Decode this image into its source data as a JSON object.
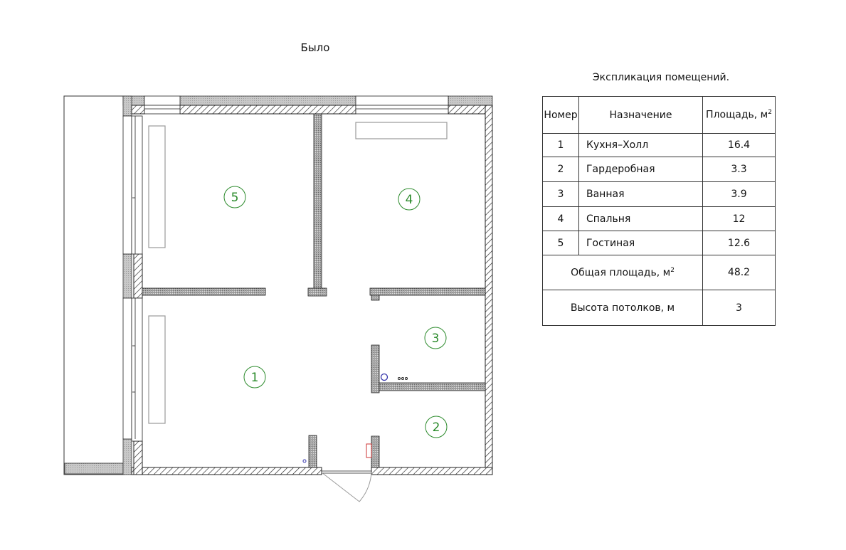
{
  "plan": {
    "title": "Было",
    "rooms": [
      {
        "number": "1"
      },
      {
        "number": "2"
      },
      {
        "number": "3"
      },
      {
        "number": "4"
      },
      {
        "number": "5"
      }
    ],
    "colors": {
      "room_label": "#2a8a2a",
      "wall_fill": "#b8b8b8",
      "fixture": "#3333aa",
      "meter": "#cc3333"
    }
  },
  "explication": {
    "title": "Экспликация помещений.",
    "headers": {
      "number": "Номер",
      "purpose": "Назначение",
      "area": "Площадь, м",
      "area_sup": "2"
    },
    "rows": [
      {
        "number": "1",
        "purpose": "Кухня–Холл",
        "area": "16.4"
      },
      {
        "number": "2",
        "purpose": "Гардеробная",
        "area": "3.3"
      },
      {
        "number": "3",
        "purpose": "Ванная",
        "area": "3.9"
      },
      {
        "number": "4",
        "purpose": "Спальня",
        "area": "12"
      },
      {
        "number": "5",
        "purpose": "Гостиная",
        "area": "12.6"
      }
    ],
    "total": {
      "label": "Общая площадь, м",
      "sup": "2",
      "value": "48.2"
    },
    "ceiling": {
      "label": "Высота потолков, м",
      "value": "3"
    }
  }
}
